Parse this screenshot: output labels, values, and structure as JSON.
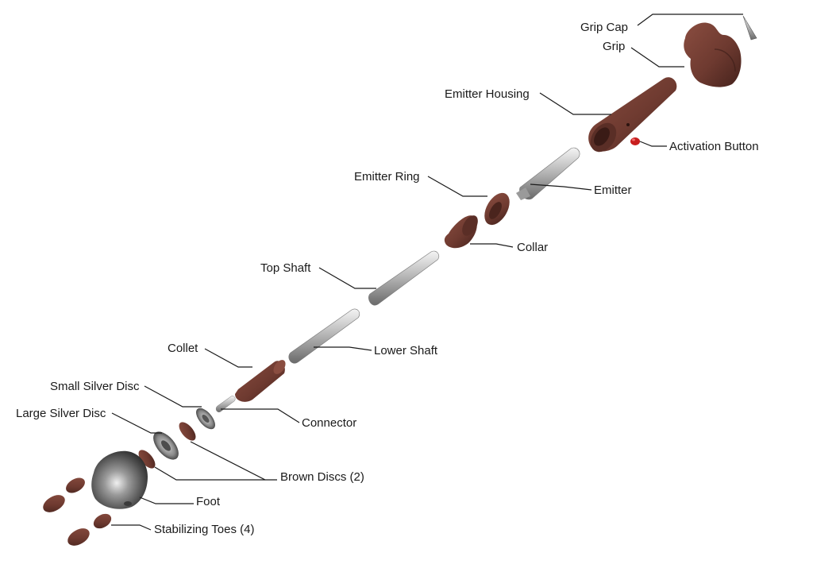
{
  "colors": {
    "brown": "#6e3a30",
    "brown_dark": "#4a241d",
    "silver": "#c8c8c8",
    "silver_dark": "#6d6d6d",
    "red": "#c81e1e",
    "leader": "#1a1a1a"
  },
  "labels": {
    "grip_cap": "Grip Cap",
    "grip": "Grip",
    "emitter_housing": "Emitter Housing",
    "activation_button": "Activation Button",
    "emitter_ring": "Emitter Ring",
    "emitter": "Emitter",
    "collar": "Collar",
    "top_shaft": "Top Shaft",
    "lower_shaft": "Lower Shaft",
    "collet": "Collet",
    "small_silver_disc": "Small Silver Disc",
    "connector": "Connector",
    "large_silver_disc": "Large Silver Disc",
    "brown_discs": "Brown Discs (2)",
    "foot": "Foot",
    "stabilizing_toes": "Stabilizing Toes (4)"
  }
}
